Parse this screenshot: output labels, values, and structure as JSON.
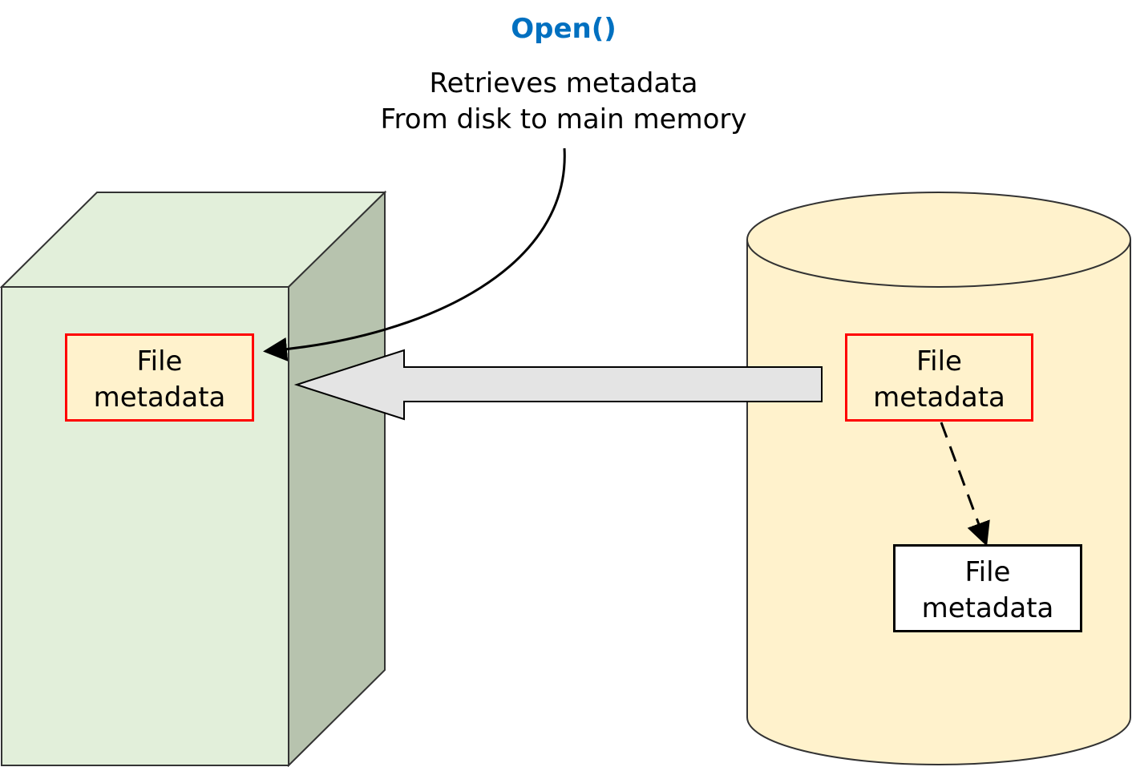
{
  "header": {
    "title": "Open()",
    "caption_line1": "Retrieves metadata",
    "caption_line2": "From disk to main memory"
  },
  "memory": {
    "box_line1": "File",
    "box_line2": "metadata"
  },
  "disk": {
    "top_box_line1": "File",
    "top_box_line2": "metadata",
    "bottom_box_line1": "File",
    "bottom_box_line2": "metadata"
  },
  "colors": {
    "title": "#0070c0",
    "memory_front": "#e2efda",
    "memory_side": "#b7c3ae",
    "disk_fill": "#fff2cc",
    "highlight_border": "#ff0000",
    "arrow_fill": "#e4e4e4"
  }
}
